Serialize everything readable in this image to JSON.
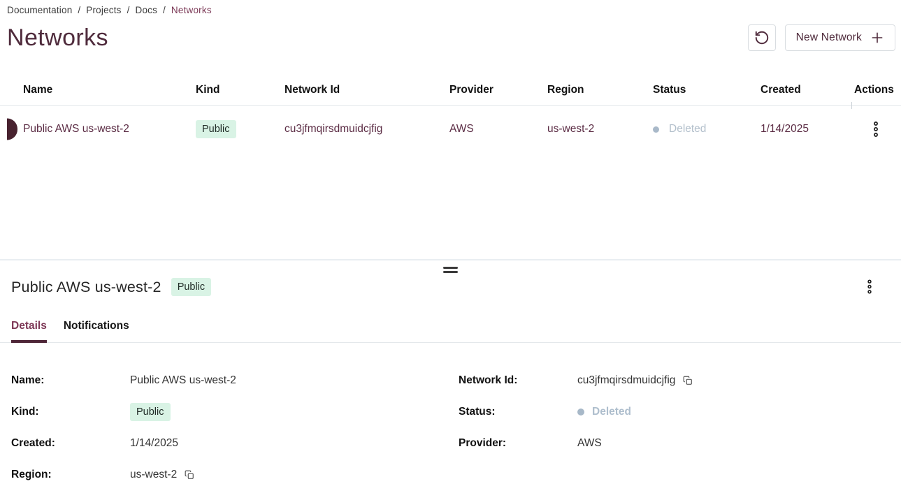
{
  "colors": {
    "accent": "#4F2B3C",
    "accent_tab_active": "#7D3756",
    "tab_underline": "#4E2638",
    "breadcrumb_current": "#7C3A57",
    "row_text": "#5C2D45",
    "row_indicator": "#48222F",
    "badge_bg": "#D9F3E5",
    "badge_text": "#1F2A25",
    "status_muted": "#AEBECD",
    "border": "#E4E8EC"
  },
  "icons": {
    "refresh": "rotate-ccw-icon",
    "new_network": "plus-icon",
    "row_actions": "kebab-vertical-icon",
    "panel_actions": "kebab-vertical-icon",
    "copy": "copy-icon",
    "drag": "drag-handle"
  },
  "breadcrumb": {
    "separator": "/",
    "items": [
      "Documentation",
      "Projects",
      "Docs"
    ],
    "current": "Networks"
  },
  "page": {
    "title": "Networks",
    "new_network_button": "New Network"
  },
  "table": {
    "columns": [
      "Name",
      "Kind",
      "Network Id",
      "Provider",
      "Region",
      "Status",
      "Created",
      "Actions"
    ],
    "rows": [
      {
        "name": "Public AWS us-west-2",
        "kind": "Public",
        "network_id": "cu3jfmqirsdmuidcjfig",
        "provider": "AWS",
        "region": "us-west-2",
        "status": "Deleted",
        "created": "1/14/2025"
      }
    ]
  },
  "panel": {
    "title": "Public AWS us-west-2",
    "badge": "Public",
    "tabs": [
      "Details",
      "Notifications"
    ],
    "active_tab": "Details",
    "details": {
      "name_label": "Name:",
      "name_value": "Public AWS us-west-2",
      "kind_label": "Kind:",
      "kind_value": "Public",
      "created_label": "Created:",
      "created_value": "1/14/2025",
      "region_label": "Region:",
      "region_value": "us-west-2",
      "network_id_label": "Network Id:",
      "network_id_value": "cu3jfmqirsdmuidcjfig",
      "status_label": "Status:",
      "status_value": "Deleted",
      "provider_label": "Provider:",
      "provider_value": "AWS"
    }
  }
}
